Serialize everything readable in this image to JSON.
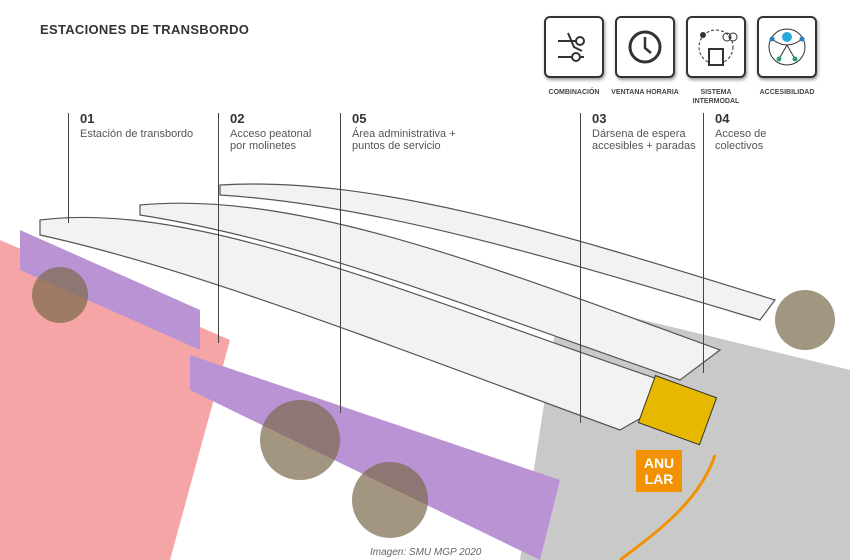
{
  "title": "ESTACIONES DE TRANSBORDO",
  "icons": [
    {
      "name": "combinacion-icon",
      "label": "COMBINACIÓN"
    },
    {
      "name": "clock-icon",
      "label": "VENTANA HORARIA"
    },
    {
      "name": "intermodal-icon",
      "label": "SISTEMA INTERMODAL"
    },
    {
      "name": "accessibility-icon",
      "label": "ACCESIBILIDAD"
    }
  ],
  "labels": [
    {
      "num": "01",
      "text": "Estación de transbordo"
    },
    {
      "num": "02",
      "text": "Acceso peatonal por molinetes"
    },
    {
      "num": "05",
      "text": "Área administrativa + puntos de servicio"
    },
    {
      "num": "03",
      "text": "Dársena de espera accesibles + paradas"
    },
    {
      "num": "04",
      "text": "Acceso de colectivos"
    }
  ],
  "badge": "ANU LAR",
  "caption": "Imagen: SMU MGP 2020",
  "colors": {
    "accent": "#f39200",
    "plaza": "#f08080",
    "building": "#b58fd0"
  }
}
